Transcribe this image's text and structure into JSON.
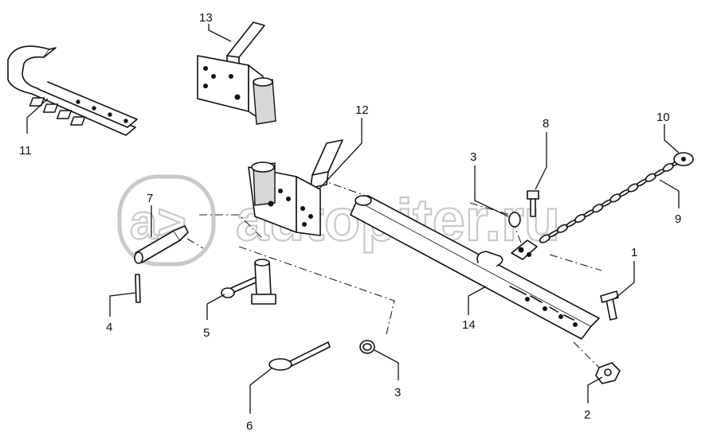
{
  "watermark": {
    "text": "autopiter.ru",
    "logo": "a>"
  },
  "callouts": {
    "c1": "1",
    "c2": "2",
    "c3a": "3",
    "c3b": "3",
    "c4": "4",
    "c5": "5",
    "c6": "6",
    "c7": "7",
    "c8": "8",
    "c9": "9",
    "c10": "10",
    "c11": "11",
    "c12": "12",
    "c13": "13",
    "c14": "14"
  },
  "colors": {
    "line": "#111111",
    "background": "#ffffff",
    "watermark": "#c9c9c9"
  }
}
